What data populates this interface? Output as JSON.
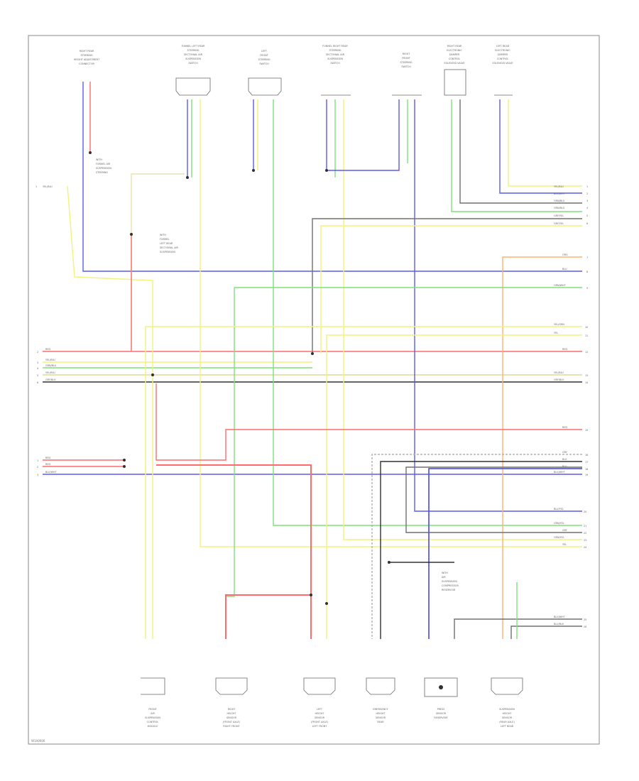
{
  "footer": {
    "code": "W1A0000"
  },
  "colors": {
    "border": "#888888",
    "red": "#ff6b6b",
    "blue": "#5a5af0",
    "green": "#7ee07e",
    "yellow": "#f2f27a",
    "orange": "#ffb070",
    "grey": "#707070",
    "black": "#303030",
    "tan": "#e8e2b0"
  },
  "top_components": [
    {
      "id": "c1",
      "label_lines": [
        "RIGHT REAR",
        "STEERING",
        "HEIGHT ADJUSTMENT",
        "CONNECTOR"
      ]
    },
    {
      "id": "c2",
      "label_lines": [
        "FUNNEL LEFT REAR",
        "STEERING",
        "SECTIONAL AIR",
        "SUSPENSION",
        "SWITCH"
      ]
    },
    {
      "id": "c3",
      "label_lines": [
        "LEFT",
        "FRONT",
        "STEERING",
        "SWITCH"
      ]
    },
    {
      "id": "c4",
      "label_lines": [
        "FUNNEL RIGHT REAR",
        "STEERING",
        "SECTIONAL AIR",
        "SUSPENSION",
        "SWITCH"
      ]
    },
    {
      "id": "c5",
      "label_lines": [
        "RIGHT",
        "FRONT",
        "STEERING",
        "SWITCH"
      ]
    },
    {
      "id": "c6",
      "label_lines": [
        "RIGHT REAR",
        "ELECTRONIC",
        "DAMPER",
        "CONTROL",
        "SOLENOID VALVE"
      ]
    },
    {
      "id": "c7",
      "label_lines": [
        "LEFT REAR",
        "ELECTRONIC",
        "DAMPER",
        "CONTROL",
        "SOLENOID VALVE"
      ]
    }
  ],
  "bottom_components": [
    {
      "id": "b1",
      "label_lines": [
        "FRONT",
        "AIR",
        "SUSPENSION",
        "CONTROL",
        "MODULE"
      ]
    },
    {
      "id": "b2",
      "label_lines": [
        "RIGHT",
        "HEIGHT",
        "SENSOR",
        "(FRONT AXLE)",
        "RIGHT FRONT"
      ]
    },
    {
      "id": "b3",
      "label_lines": [
        "LEFT",
        "HEIGHT",
        "SENSOR",
        "(FRONT AXLE)",
        "LEFT FRONT"
      ]
    },
    {
      "id": "b4",
      "label_lines": [
        "EMERGENCY",
        "HEIGHT",
        "SENSOR",
        "REAR"
      ]
    },
    {
      "id": "b5",
      "label_lines": [
        "PRESS",
        "SENSOR",
        "RESERVOIR"
      ]
    },
    {
      "id": "b6",
      "label_lines": [
        "SUSPENSION",
        "HEIGHT",
        "SENSOR",
        "(REAR AXLE)",
        "LEFT REAR"
      ]
    }
  ],
  "notes": [
    {
      "id": "n1",
      "lines": [
        "WITH",
        "FUNNEL AIR",
        "SUSPENSION",
        "STEERING"
      ]
    },
    {
      "id": "n2",
      "lines": [
        "WITH",
        "FUNNEL",
        "LEFT REAR",
        "SECTIONAL AIR",
        "SUSPENSION"
      ]
    },
    {
      "id": "n3",
      "lines": [
        "WITH",
        "AIR",
        "SUSPENSION",
        "COMPRESSOR",
        "RESERVOIR"
      ]
    }
  ],
  "left_wires": [
    {
      "label": "YEL/BLU",
      "num": "1"
    },
    {
      "label": "RED",
      "num": "2"
    },
    {
      "label": "YEL/BLU",
      "num": "3"
    },
    {
      "label": "GRN/BLU",
      "num": "4"
    },
    {
      "label": "YEL/BLU",
      "num": "5"
    },
    {
      "label": "GRY/BLK",
      "num": "6"
    },
    {
      "label": "RED",
      "num": "1"
    },
    {
      "label": "RED",
      "num": "2"
    },
    {
      "label": "BLU/WHT",
      "num": "3"
    }
  ],
  "right_wires": [
    {
      "label": "YEL/BLU",
      "num": "1"
    },
    {
      "label": "BLU/WHT",
      "num": "2"
    },
    {
      "label": "GRN/BLU",
      "num": "3"
    },
    {
      "label": "GRN/BLU",
      "num": "4"
    },
    {
      "label": "GRY/YEL",
      "num": "5"
    },
    {
      "label": "GRY/YEL",
      "num": "6"
    },
    {
      "label": "ORG",
      "num": "7"
    },
    {
      "label": "BLU",
      "num": "8"
    },
    {
      "label": "GRN/WHT",
      "num": "9"
    },
    {
      "label": "YEL/GRN",
      "num": "10"
    },
    {
      "label": "YEL",
      "num": "11"
    },
    {
      "label": "RED",
      "num": "12"
    },
    {
      "label": "YEL/BLU",
      "num": "13"
    },
    {
      "label": "GRY/BLK",
      "num": "14"
    },
    {
      "label": "RED",
      "num": "15"
    },
    {
      "label": "GRY",
      "num": "16"
    },
    {
      "label": "BLK",
      "num": "17"
    },
    {
      "label": "BLU",
      "num": "18"
    },
    {
      "label": "BLU/WHT",
      "num": "19"
    },
    {
      "label": "BLU/YEL",
      "num": "20"
    },
    {
      "label": "GRN/YEL",
      "num": "21"
    },
    {
      "label": "GRY",
      "num": "22"
    },
    {
      "label": "GRN/YEL",
      "num": "23"
    },
    {
      "label": "YEL",
      "num": "24"
    },
    {
      "label": "BLU/WHT",
      "num": "25"
    },
    {
      "label": "BLU/BLK",
      "num": "26"
    }
  ]
}
